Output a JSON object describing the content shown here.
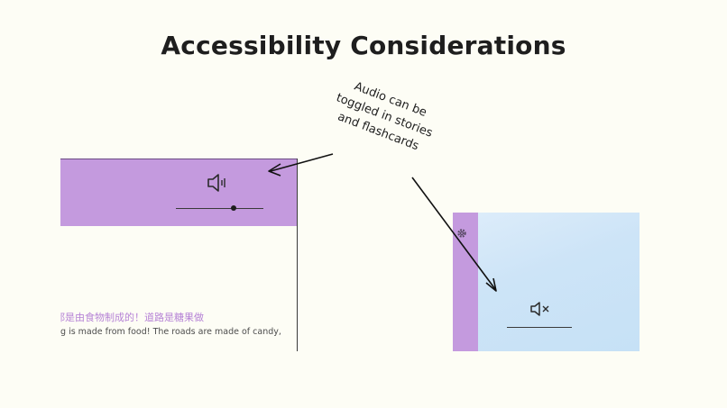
{
  "slide": {
    "title": "Accessibility Considerations"
  },
  "annotation": {
    "lines": [
      "Audio can be",
      "toggled in stories",
      "and flashcards"
    ]
  },
  "story_panel": {
    "speaker_icon": "speaker-on-icon",
    "volume_level": 0.66,
    "chinese_text": "都是由食物制成的！道路是糖果做",
    "english_text": "ng is made from food! The roads are made of candy,"
  },
  "flashcard_panel": {
    "settings_icon": "gear-icon",
    "speaker_icon": "speaker-muted-icon",
    "volume_level": 0
  },
  "colors": {
    "background": "#fdfdf5",
    "purple": "#c49ade",
    "light_blue": "#cde4f7",
    "chinese_text": "#b683d6"
  }
}
